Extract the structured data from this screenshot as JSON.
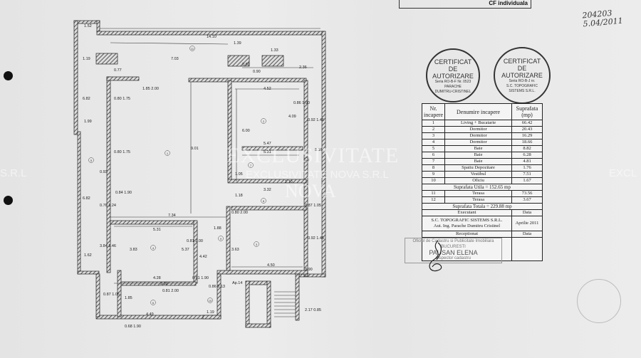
{
  "header_fragment": "CF individuala",
  "handwritten_note": {
    "line1": "204203",
    "line2": "5.04/2011"
  },
  "stamps": [
    {
      "line1": "CERTIFICAT",
      "line2": "DE",
      "line3": "AUTORIZARE",
      "line4": "Seria RO-B-F Nr. 0523",
      "line5": "PARACHE",
      "line6": "DUMITRU-CRISTINEL"
    },
    {
      "line1": "CERTIFICAT",
      "line2": "DE",
      "line3": "AUTORIZARE",
      "line4": "Seria RO-B-J nr.",
      "line5": "S.C. TOPOGRAFIC",
      "line6": "SISTEMS S.R.L."
    }
  ],
  "table": {
    "headers": [
      "Nr. incapere",
      "Denumire incapere",
      "Suprafata (mp)"
    ],
    "rows": [
      [
        "1",
        "Living + Bucatarie",
        "66.42"
      ],
      [
        "2",
        "Dormitor",
        "20.43"
      ],
      [
        "3",
        "Dormitor",
        "16.29"
      ],
      [
        "4",
        "Dormitor",
        "18.66"
      ],
      [
        "5",
        "Baie",
        "8.82"
      ],
      [
        "6",
        "Baie",
        "6.28"
      ],
      [
        "7",
        "Baie",
        "4.81"
      ],
      [
        "8",
        "Spatiu Depozitare",
        "1.76"
      ],
      [
        "9",
        "Vestibul",
        "7.51"
      ],
      [
        "10",
        "Oficiu",
        "1.67"
      ]
    ],
    "useful_area": "Suprafata Utila = 152.65 mp",
    "terrace_rows": [
      [
        "11",
        "Terasa",
        "73.56"
      ],
      [
        "12",
        "Terasa",
        "3.67"
      ]
    ],
    "total_area": "Suprafata Totala = 229.88 mp",
    "executant_label": "Executant",
    "data_label": "Data",
    "executant_company": "S.C. TOPOGRAFIC SISTEMS S.R.L.",
    "executant_person": "Aut. Ing. Parache Dumitru Cristinel",
    "executant_date": "Aprilie 2011",
    "receptionat_label": "Receptionat",
    "data_label_2": "Data"
  },
  "reception_stamp": {
    "line1": "Oficiul de Cadastru si Publicitate Imobiliara",
    "line2": "BUCURESTI",
    "name": "PAUSAN ELENA",
    "role": "inspector cadastru"
  },
  "watermark": {
    "big1": "EXCLUSIVITATE",
    "big2": "NOVA",
    "small": "EXCLUSIVITATE NOVA S.R.L",
    "left": "S.R.L",
    "right": "EXCL"
  },
  "plan": {
    "dimensions": [
      "1.52",
      "14.10",
      "1.19",
      "7.03",
      "1.39",
      "1.33",
      "0.90",
      "0.60",
      "2.36",
      "6.82",
      "0.77",
      "1.85 2.00",
      "0.80 1.75",
      "4.52",
      "0.86 1.90",
      "0.92 1.45",
      "1.99",
      "6.00",
      "4.09",
      "9.01",
      "5.47",
      "5.31",
      "5.16",
      "0.80 1.75",
      "0.93",
      "1.05",
      "1.10",
      "0.84 1.90",
      "6.82",
      "0.76 1.24",
      "7.34",
      "3.32",
      "1.18",
      "0.87 1.05",
      "1.88",
      "0.80 2.00",
      "5.31",
      "0.81 2.00",
      "3.63",
      "0.92 1.45",
      "3.84 1.46",
      "1.62",
      "3.83",
      "5.37",
      "4.42",
      "0.81 1.90",
      "4.28",
      "4.50",
      "0.90",
      "Ap.14",
      "0.81 2.00",
      "0.86 2.13",
      "3.32",
      "4.49",
      "1.19",
      "2.17 0.85",
      "1.85",
      "0.68 1.90",
      "0.87 1.05"
    ],
    "room_numbers": [
      "11",
      "1",
      "2",
      "3",
      "4",
      "5",
      "6",
      "7",
      "8",
      "9",
      "10",
      "12"
    ]
  },
  "colors": {
    "paper": "#e8e8e8",
    "ink": "#222222"
  }
}
